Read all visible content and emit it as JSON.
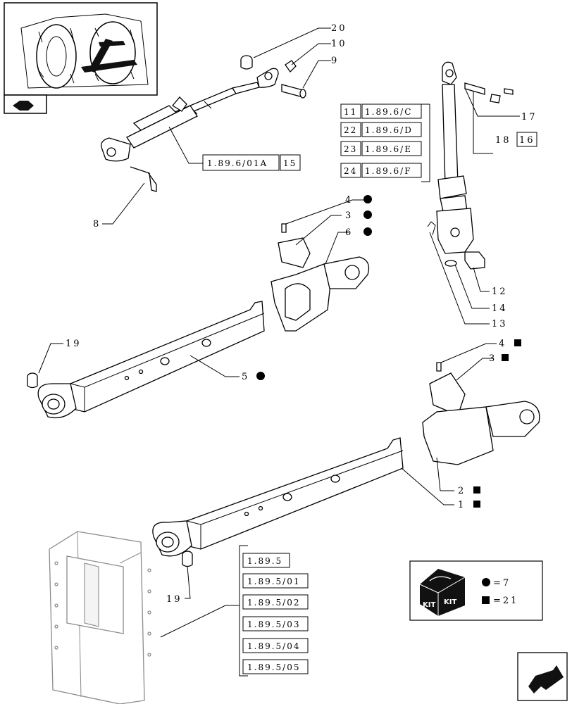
{
  "callouts": {
    "c20": "20",
    "c10": "10",
    "c9": "9",
    "c8": "8",
    "c17": "17",
    "c18": "18",
    "c16": "16",
    "c4a": "4",
    "c3a": "3",
    "c6": "6",
    "c12": "12",
    "c14": "14",
    "c13": "13",
    "c4b": "4",
    "c3b": "3",
    "c19a": "19",
    "c5": "5",
    "c2": "2",
    "c1": "1",
    "c19b": "19"
  },
  "top_link_refs": {
    "ref_main": "1.89.6/01A",
    "ref_main_qty": "15",
    "rows": [
      {
        "num": "11",
        "ref": "1.89.6/C"
      },
      {
        "num": "22",
        "ref": "1.89.6/D"
      },
      {
        "num": "23",
        "ref": "1.89.6/E"
      },
      {
        "num": "24",
        "ref": "1.89.6/F"
      }
    ]
  },
  "drawbar_refs": [
    "1.89.5",
    "1.89.5/01",
    "1.89.5/02",
    "1.89.5/03",
    "1.89.5/04",
    "1.89.5/05"
  ],
  "legend": {
    "kit_label_1": "KIT",
    "kit_label_2": "KIT",
    "circle_value": "=7",
    "square_value": "=21"
  }
}
